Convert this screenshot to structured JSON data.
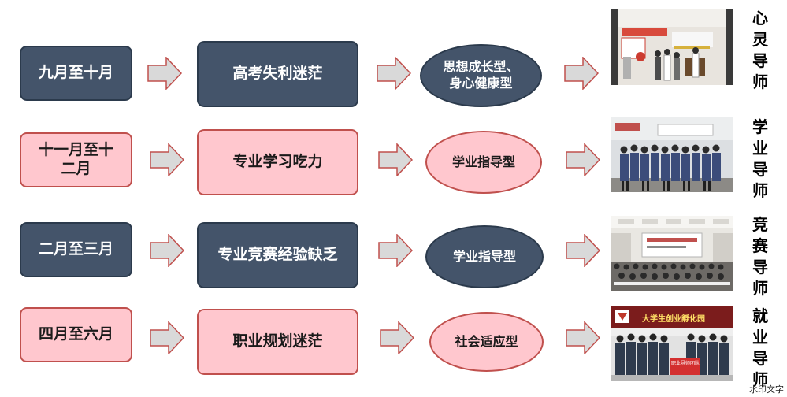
{
  "rows": [
    {
      "period": "九月至十月",
      "issue": "高考失利迷茫",
      "type_lines": [
        "思想成长型、",
        "身心健康型"
      ],
      "mentor_chars": [
        "心",
        "灵",
        "导",
        "师"
      ],
      "style": "dark",
      "oval_style": "dark",
      "photo_icon": "photo-lab-exhibit"
    },
    {
      "period_lines": [
        "十一月至十",
        "二月"
      ],
      "issue": "专业学习吃力",
      "type_lines": [
        "学业指导型"
      ],
      "mentor_chars": [
        "学",
        "业",
        "导",
        "师"
      ],
      "style": "light",
      "oval_style": "light",
      "photo_icon": "photo-group"
    },
    {
      "period": "二月至三月",
      "issue": "专业竞赛经验缺乏",
      "type_lines": [
        "学业指导型"
      ],
      "mentor_chars": [
        "竞",
        "赛",
        "导",
        "师"
      ],
      "style": "dark",
      "oval_style": "dark",
      "photo_icon": "photo-lecture-hall"
    },
    {
      "period": "四月至六月",
      "issue": "职业规划迷茫",
      "type_lines": [
        "社会适应型"
      ],
      "mentor_chars": [
        "就",
        "业",
        "导",
        "师"
      ],
      "style": "light",
      "oval_style": "light",
      "photo_icon": "photo-incubator-group",
      "photo_sign": "大学生创业孵化园",
      "banner_text": "职业导师团队"
    }
  ],
  "watermark": "水印文字",
  "colors": {
    "dark_fill": "#44546a",
    "light_fill": "#ffc7ce",
    "light_border": "#c0504d",
    "arrow_fill": "#d9d9d9",
    "arrow_stroke": "#c0504d"
  }
}
